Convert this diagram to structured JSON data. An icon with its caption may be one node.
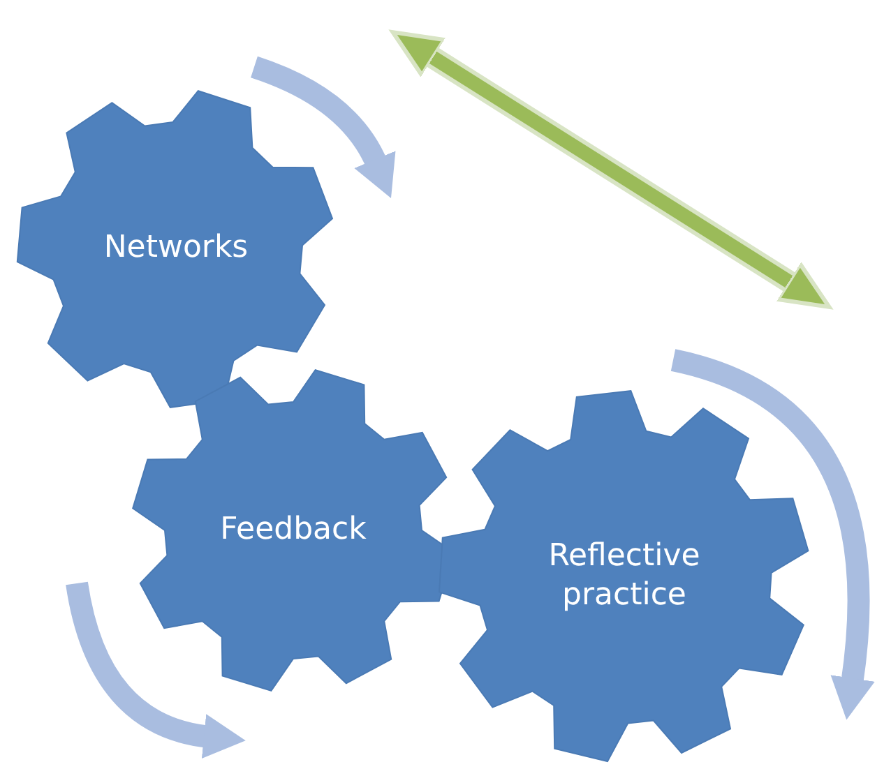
{
  "diagram": {
    "nodes": [
      {
        "text": [
          "Networks"
        ]
      },
      {
        "text": [
          "Feedback"
        ]
      },
      {
        "text": [
          "Reflective practice"
        ]
      }
    ]
  }
}
